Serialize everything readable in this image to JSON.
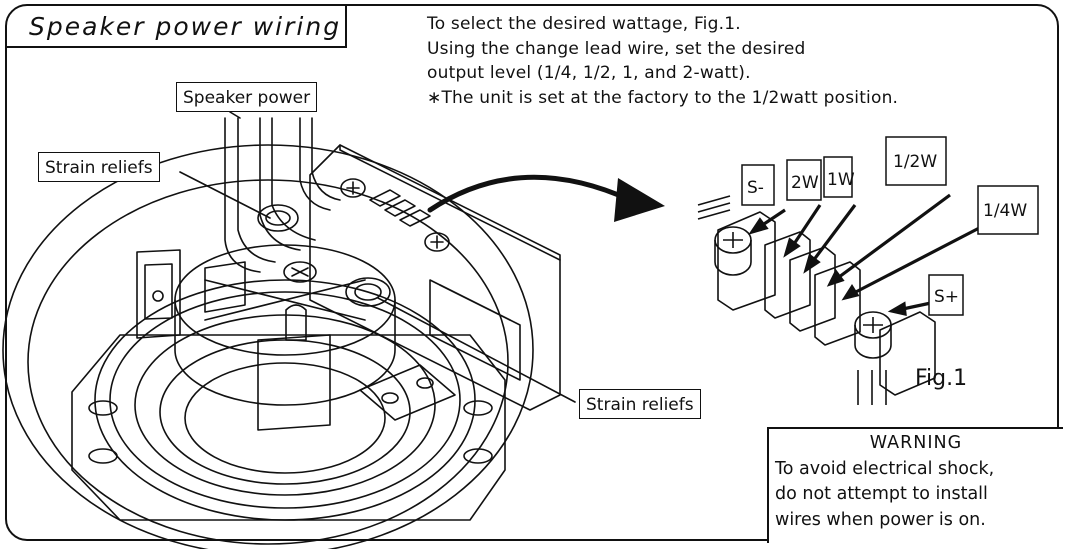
{
  "title": "Speaker power wiring",
  "instructions": [
    "To select the desired wattage, Fig.1.",
    "Using the change lead wire, set the desired",
    "output level (1/4, 1/2, 1, and 2-watt).",
    "∗The unit is set at the factory to the 1/2watt position."
  ],
  "labels": {
    "speaker_power": "Speaker power",
    "strain_reliefs_left": "Strain reliefs",
    "strain_reliefs_right": "Strain reliefs"
  },
  "taps": {
    "s_minus": "S-",
    "w2": "2W",
    "w1": "1W",
    "w_half": "1/2W",
    "w_quarter": "1/4W",
    "s_plus": "S+"
  },
  "figure_caption": "Fig.1",
  "warning": {
    "title": "WARNING",
    "lines": [
      "To avoid electrical shock,",
      "do not attempt to install",
      "wires when power is on."
    ]
  }
}
